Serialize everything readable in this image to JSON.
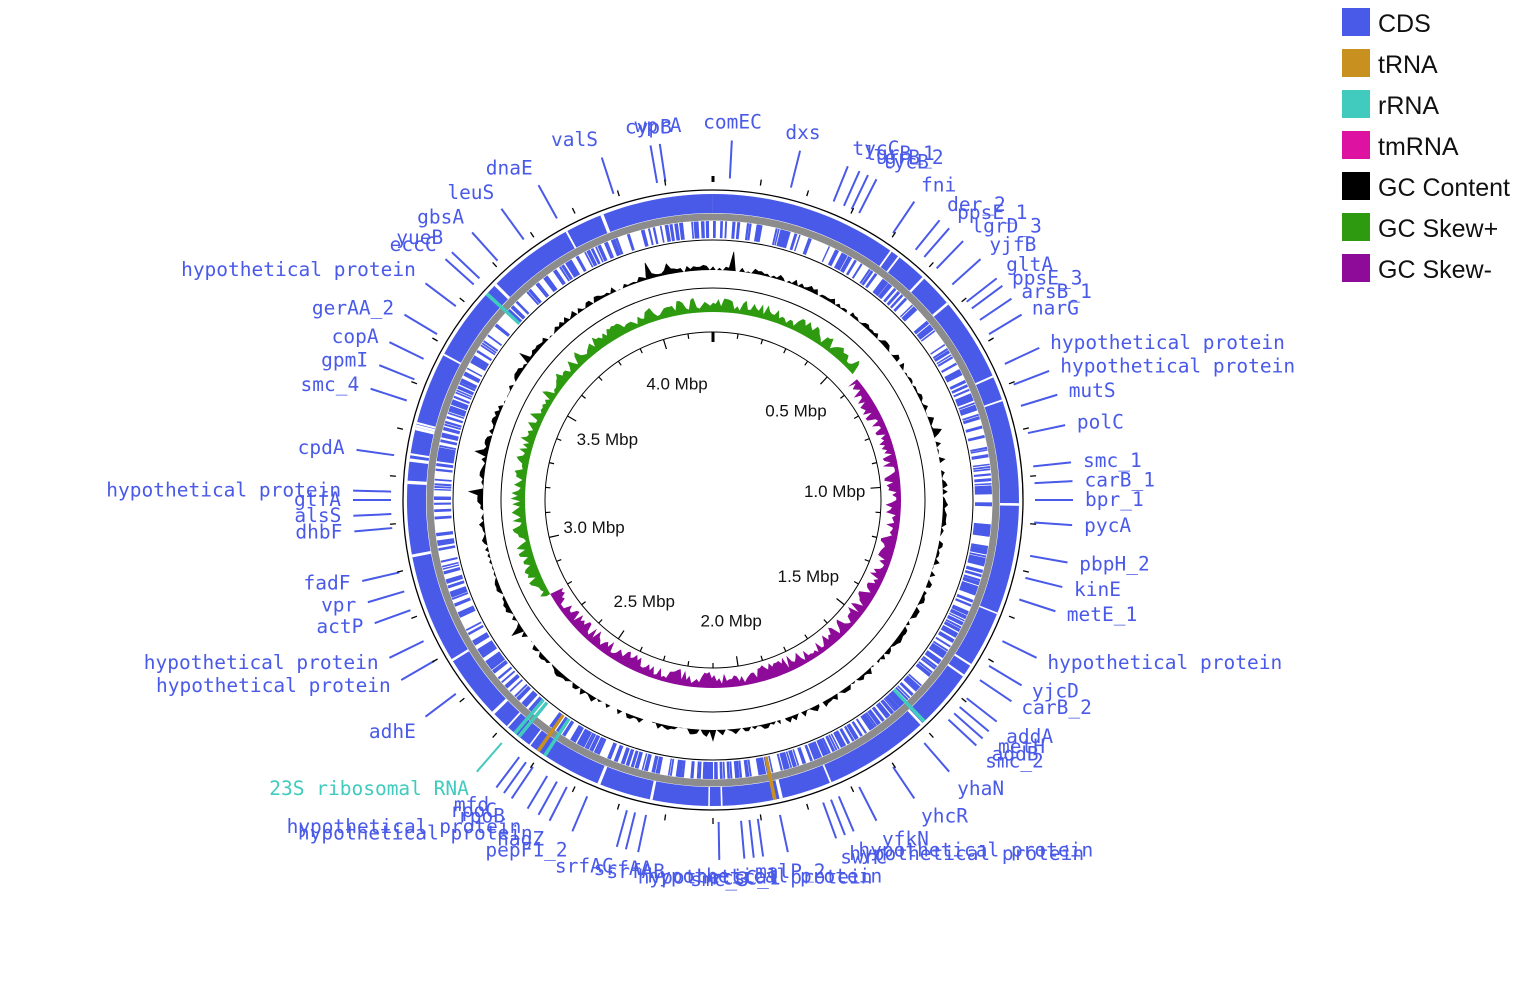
{
  "colors": {
    "cds": "#4a5ae8",
    "trna": "#c8901e",
    "rrna": "#40cbbe",
    "tmrna": "#dd12a0",
    "gc_content": "#000000",
    "gc_skew_pos": "#2e9a10",
    "gc_skew_neg": "#8e0a99",
    "backbone": "#8c8c8c"
  },
  "legend": [
    {
      "label": "CDS",
      "color": "#4a5ae8"
    },
    {
      "label": "tRNA",
      "color": "#c8901e"
    },
    {
      "label": "rRNA",
      "color": "#40cbbe"
    },
    {
      "label": "tmRNA",
      "color": "#dd12a0"
    },
    {
      "label": "GC Content",
      "color": "#000000"
    },
    {
      "label": "GC Skew+",
      "color": "#2e9a10"
    },
    {
      "label": "GC Skew-",
      "color": "#8e0a99"
    }
  ],
  "genome_length_mbp": 4.2,
  "scale_labels": [
    {
      "label": "0.5 Mbp",
      "mbp": 0.5
    },
    {
      "label": "1.0 Mbp",
      "mbp": 1.0
    },
    {
      "label": "1.5 Mbp",
      "mbp": 1.5
    },
    {
      "label": "2.0 Mbp",
      "mbp": 2.0
    },
    {
      "label": "2.5 Mbp",
      "mbp": 2.5
    },
    {
      "label": "3.0 Mbp",
      "mbp": 3.0
    },
    {
      "label": "3.5 Mbp",
      "mbp": 3.5
    },
    {
      "label": "4.0 Mbp",
      "mbp": 4.0
    }
  ],
  "genes": [
    {
      "label": "comEC",
      "angle": 3
    },
    {
      "label": "dxs",
      "angle": 14
    },
    {
      "label": "tycC",
      "angle": 22
    },
    {
      "label": "lgrB_1",
      "angle": 24
    },
    {
      "label": "lgrB_2",
      "angle": 25.5
    },
    {
      "label": "tycB",
      "angle": 27
    },
    {
      "label": "fni",
      "angle": 34
    },
    {
      "label": "der_2",
      "angle": 39
    },
    {
      "label": "ppsE_1",
      "angle": 41
    },
    {
      "label": "lgrD_3",
      "angle": 44
    },
    {
      "label": "yjfB",
      "angle": 48
    },
    {
      "label": "gltA",
      "angle": 52
    },
    {
      "label": "ppsE_3",
      "angle": 53.5
    },
    {
      "label": "arsB_1",
      "angle": 56
    },
    {
      "label": "narG",
      "angle": 59
    },
    {
      "label": "hypothetical protein",
      "angle": 65
    },
    {
      "label": "hypothetical protein",
      "angle": 69
    },
    {
      "label": "mutS",
      "angle": 73
    },
    {
      "label": "polC",
      "angle": 78
    },
    {
      "label": "smc_1",
      "angle": 84
    },
    {
      "label": "carB_1",
      "angle": 87
    },
    {
      "label": "bpr_1",
      "angle": 90
    },
    {
      "label": "pycA",
      "angle": 94
    },
    {
      "label": "pbpH_2",
      "angle": 100
    },
    {
      "label": "kinE",
      "angle": 104
    },
    {
      "label": "metE_1",
      "angle": 108
    },
    {
      "label": "hypothetical protein",
      "angle": 116
    },
    {
      "label": "yjcD",
      "angle": 121
    },
    {
      "label": "carB_2",
      "angle": 124
    },
    {
      "label": "addA",
      "angle": 128
    },
    {
      "label": "metH",
      "angle": 130
    },
    {
      "label": "addB",
      "angle": 131.5
    },
    {
      "label": "smc_2",
      "angle": 133
    },
    {
      "label": "yhaN",
      "angle": 139
    },
    {
      "label": "yhcR",
      "angle": 146
    },
    {
      "label": "yfkN",
      "angle": 153
    },
    {
      "label": "hypothetical protein",
      "angle": 157
    },
    {
      "label": "hypothetical protein",
      "angle": 158.5
    },
    {
      "label": "swrC",
      "angle": 160
    },
    {
      "label": "malP_2",
      "angle": 168
    },
    {
      "label": "hypothetical protein",
      "angle": 172
    },
    {
      "label": "hypothetical protein",
      "angle": 173.5
    },
    {
      "label": "rcsC_1",
      "angle": 175
    },
    {
      "label": "smc_3",
      "angle": 179
    },
    {
      "label": "srfAB",
      "angle": 192
    },
    {
      "label": "srfAA",
      "angle": 194
    },
    {
      "label": "srfAC",
      "angle": 195.5
    },
    {
      "label": "pepF1_2",
      "angle": 203
    },
    {
      "label": "nagZ",
      "angle": 207
    },
    {
      "label": "hypothetical protein",
      "angle": 209
    },
    {
      "label": "hypothetical protein",
      "angle": 211
    },
    {
      "label": "rpoB",
      "angle": 214
    },
    {
      "label": "rpoC",
      "angle": 215.5
    },
    {
      "label": "mfd",
      "angle": 217
    },
    {
      "label": "23S ribosomal RNA",
      "angle": 221,
      "type": "rrna"
    },
    {
      "label": "adhE",
      "angle": 233
    },
    {
      "label": "hypothetical protein",
      "angle": 240
    },
    {
      "label": "hypothetical protein",
      "angle": 244
    },
    {
      "label": "actP",
      "angle": 250
    },
    {
      "label": "vpr",
      "angle": 253.5
    },
    {
      "label": "fadF",
      "angle": 257
    },
    {
      "label": "dhbF",
      "angle": 265
    },
    {
      "label": "alsS",
      "angle": 267.5
    },
    {
      "label": "gtfA",
      "angle": 270
    },
    {
      "label": "hypothetical protein",
      "angle": 271.5
    },
    {
      "label": "cpdA",
      "angle": 278
    },
    {
      "label": "smc_4",
      "angle": 288
    },
    {
      "label": "gpmI",
      "angle": 292
    },
    {
      "label": "copA",
      "angle": 296
    },
    {
      "label": "gerAA_2",
      "angle": 301
    },
    {
      "label": "hypothetical protein",
      "angle": 307
    },
    {
      "label": "eccC",
      "angle": 312
    },
    {
      "label": "yueB",
      "angle": 313.5
    },
    {
      "label": "gbsA",
      "angle": 318
    },
    {
      "label": "leuS",
      "angle": 324
    },
    {
      "label": "dnaE",
      "angle": 331
    },
    {
      "label": "valS",
      "angle": 342
    },
    {
      "label": "cypB",
      "angle": 350
    },
    {
      "label": "wprA",
      "angle": 351.5
    }
  ]
}
